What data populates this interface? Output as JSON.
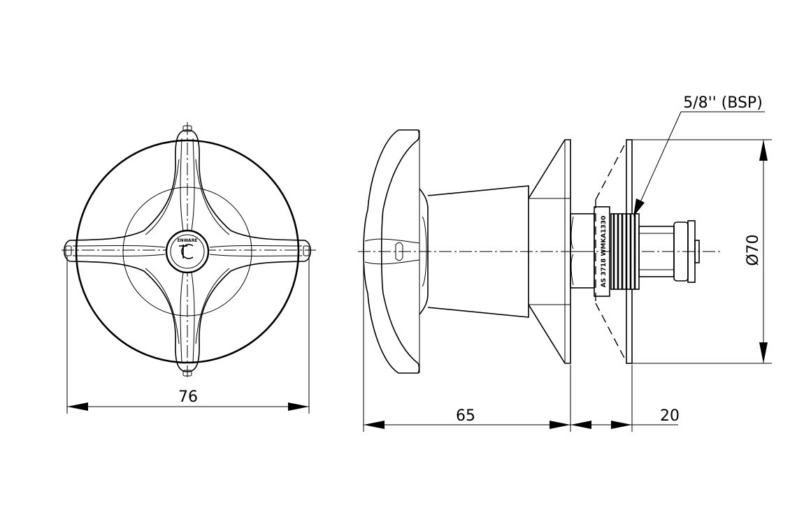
{
  "dimensions": {
    "width_front": "76",
    "length_body": "65",
    "length_thread": "20",
    "diameter": "Ø70",
    "thread_spec": "5/8'' (BSP)"
  },
  "markings": {
    "brand": "ENWARE",
    "standard": "AS 3718 WMKA1330"
  },
  "colors": {
    "line": "#000000",
    "background": "#ffffff"
  }
}
